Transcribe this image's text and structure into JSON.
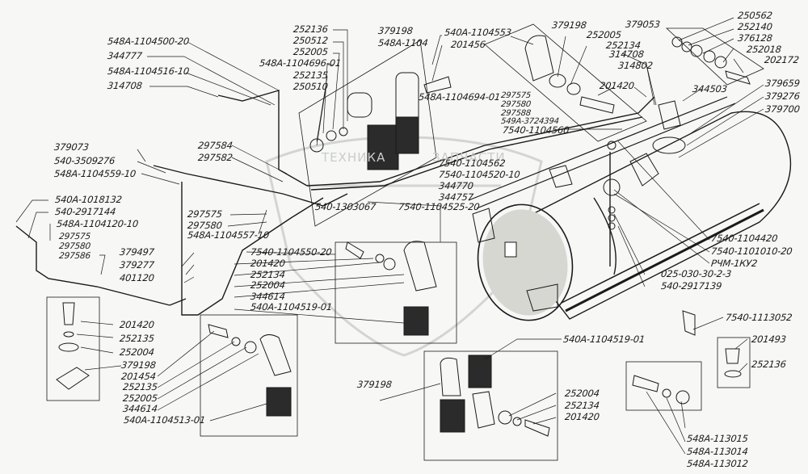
{
  "diagram": {
    "subject": "fuel tank and fuel line assembly",
    "watermark": {
      "left": "ТЕХНИКА",
      "right": "ЗАПЧАСТИ"
    },
    "labels": [
      {
        "id": "l1",
        "text": "548А-1104500-20"
      },
      {
        "id": "l2",
        "text": "344777"
      },
      {
        "id": "l3",
        "text": "548А-1104516-10"
      },
      {
        "id": "l4",
        "text": "314708"
      },
      {
        "id": "l5",
        "text": "252136"
      },
      {
        "id": "l6",
        "text": "250512"
      },
      {
        "id": "l7",
        "text": "252005"
      },
      {
        "id": "l8",
        "text": "548А-1104696-01"
      },
      {
        "id": "l9",
        "text": "252135"
      },
      {
        "id": "l10",
        "text": "250510"
      },
      {
        "id": "l11",
        "text": "379198"
      },
      {
        "id": "l12",
        "text": "548А-1104"
      },
      {
        "id": "l13",
        "text": "540А-1104553"
      },
      {
        "id": "l14",
        "text": "201456"
      },
      {
        "id": "l15",
        "text": "548А-1104694-01"
      },
      {
        "id": "l16",
        "text": "379198"
      },
      {
        "id": "l17",
        "text": "252005"
      },
      {
        "id": "l18",
        "text": "252134"
      },
      {
        "id": "l19",
        "text": "201420"
      },
      {
        "id": "l20",
        "text": "379053"
      },
      {
        "id": "l21",
        "text": "314708"
      },
      {
        "id": "l22",
        "text": "314802"
      },
      {
        "id": "l23",
        "text": "250562"
      },
      {
        "id": "l24",
        "text": "252140"
      },
      {
        "id": "l25",
        "text": "376128"
      },
      {
        "id": "l26",
        "text": "252018"
      },
      {
        "id": "l27",
        "text": "202172"
      },
      {
        "id": "l28",
        "text": "344503"
      },
      {
        "id": "l29",
        "text": "379659"
      },
      {
        "id": "l30",
        "text": "379276"
      },
      {
        "id": "l31",
        "text": "379700"
      },
      {
        "id": "l32",
        "text": "297575"
      },
      {
        "id": "l33",
        "text": "297580"
      },
      {
        "id": "l34",
        "text": "297588"
      },
      {
        "id": "l35",
        "text": "549А-3724394"
      },
      {
        "id": "l36",
        "text": "7540-1104560"
      },
      {
        "id": "l37",
        "text": "379073"
      },
      {
        "id": "l38",
        "text": "540-3509276"
      },
      {
        "id": "l39",
        "text": "548А-1104559-10"
      },
      {
        "id": "l40",
        "text": "297584"
      },
      {
        "id": "l41",
        "text": "297582"
      },
      {
        "id": "l42",
        "text": "7540-1104562"
      },
      {
        "id": "l43",
        "text": "7540-1104520-10"
      },
      {
        "id": "l44",
        "text": "344770"
      },
      {
        "id": "l45",
        "text": "344757"
      },
      {
        "id": "l46",
        "text": "540-1303067"
      },
      {
        "id": "l47",
        "text": "7540-1104525-20"
      },
      {
        "id": "l48",
        "text": "297575"
      },
      {
        "id": "l49",
        "text": "297580"
      },
      {
        "id": "l50",
        "text": "548А-1104557-10"
      },
      {
        "id": "l51",
        "text": "540А-1018132"
      },
      {
        "id": "l52",
        "text": "540-2917144"
      },
      {
        "id": "l53",
        "text": "548А-1104120-10"
      },
      {
        "id": "l54",
        "text": "297575"
      },
      {
        "id": "l55",
        "text": "297580"
      },
      {
        "id": "l56",
        "text": "297586"
      },
      {
        "id": "l57",
        "text": "379497"
      },
      {
        "id": "l58",
        "text": "379277"
      },
      {
        "id": "l59",
        "text": "401120"
      },
      {
        "id": "l60",
        "text": "7540-1104550-20"
      },
      {
        "id": "l61",
        "text": "201420"
      },
      {
        "id": "l62",
        "text": "252134"
      },
      {
        "id": "l63",
        "text": "252004"
      },
      {
        "id": "l64",
        "text": "344614"
      },
      {
        "id": "l65",
        "text": "540А-1104519-01"
      },
      {
        "id": "l66",
        "text": "7540-1104420"
      },
      {
        "id": "l67",
        "text": "7540-1101010-20"
      },
      {
        "id": "l68",
        "text": "РЧМ-1КУ2"
      },
      {
        "id": "l69",
        "text": "025-030-30-2-3"
      },
      {
        "id": "l70",
        "text": "540-2917139"
      },
      {
        "id": "l71",
        "text": "201420"
      },
      {
        "id": "l72",
        "text": "252135"
      },
      {
        "id": "l73",
        "text": "252004"
      },
      {
        "id": "l74",
        "text": "379198"
      },
      {
        "id": "l75",
        "text": "201454"
      },
      {
        "id": "l76",
        "text": "252135"
      },
      {
        "id": "l77",
        "text": "252005"
      },
      {
        "id": "l78",
        "text": "344614"
      },
      {
        "id": "l79",
        "text": "540А-1104513-01"
      },
      {
        "id": "l80",
        "text": "540А-1104519-01"
      },
      {
        "id": "l81",
        "text": "379198"
      },
      {
        "id": "l82",
        "text": "252004"
      },
      {
        "id": "l83",
        "text": "252134"
      },
      {
        "id": "l84",
        "text": "201420"
      },
      {
        "id": "l85",
        "text": "7540-1113052"
      },
      {
        "id": "l86",
        "text": "201493"
      },
      {
        "id": "l87",
        "text": "252136"
      },
      {
        "id": "l88",
        "text": "548А-113015"
      },
      {
        "id": "l89",
        "text": "548А-113014"
      },
      {
        "id": "l90",
        "text": "548А-113012"
      }
    ]
  }
}
